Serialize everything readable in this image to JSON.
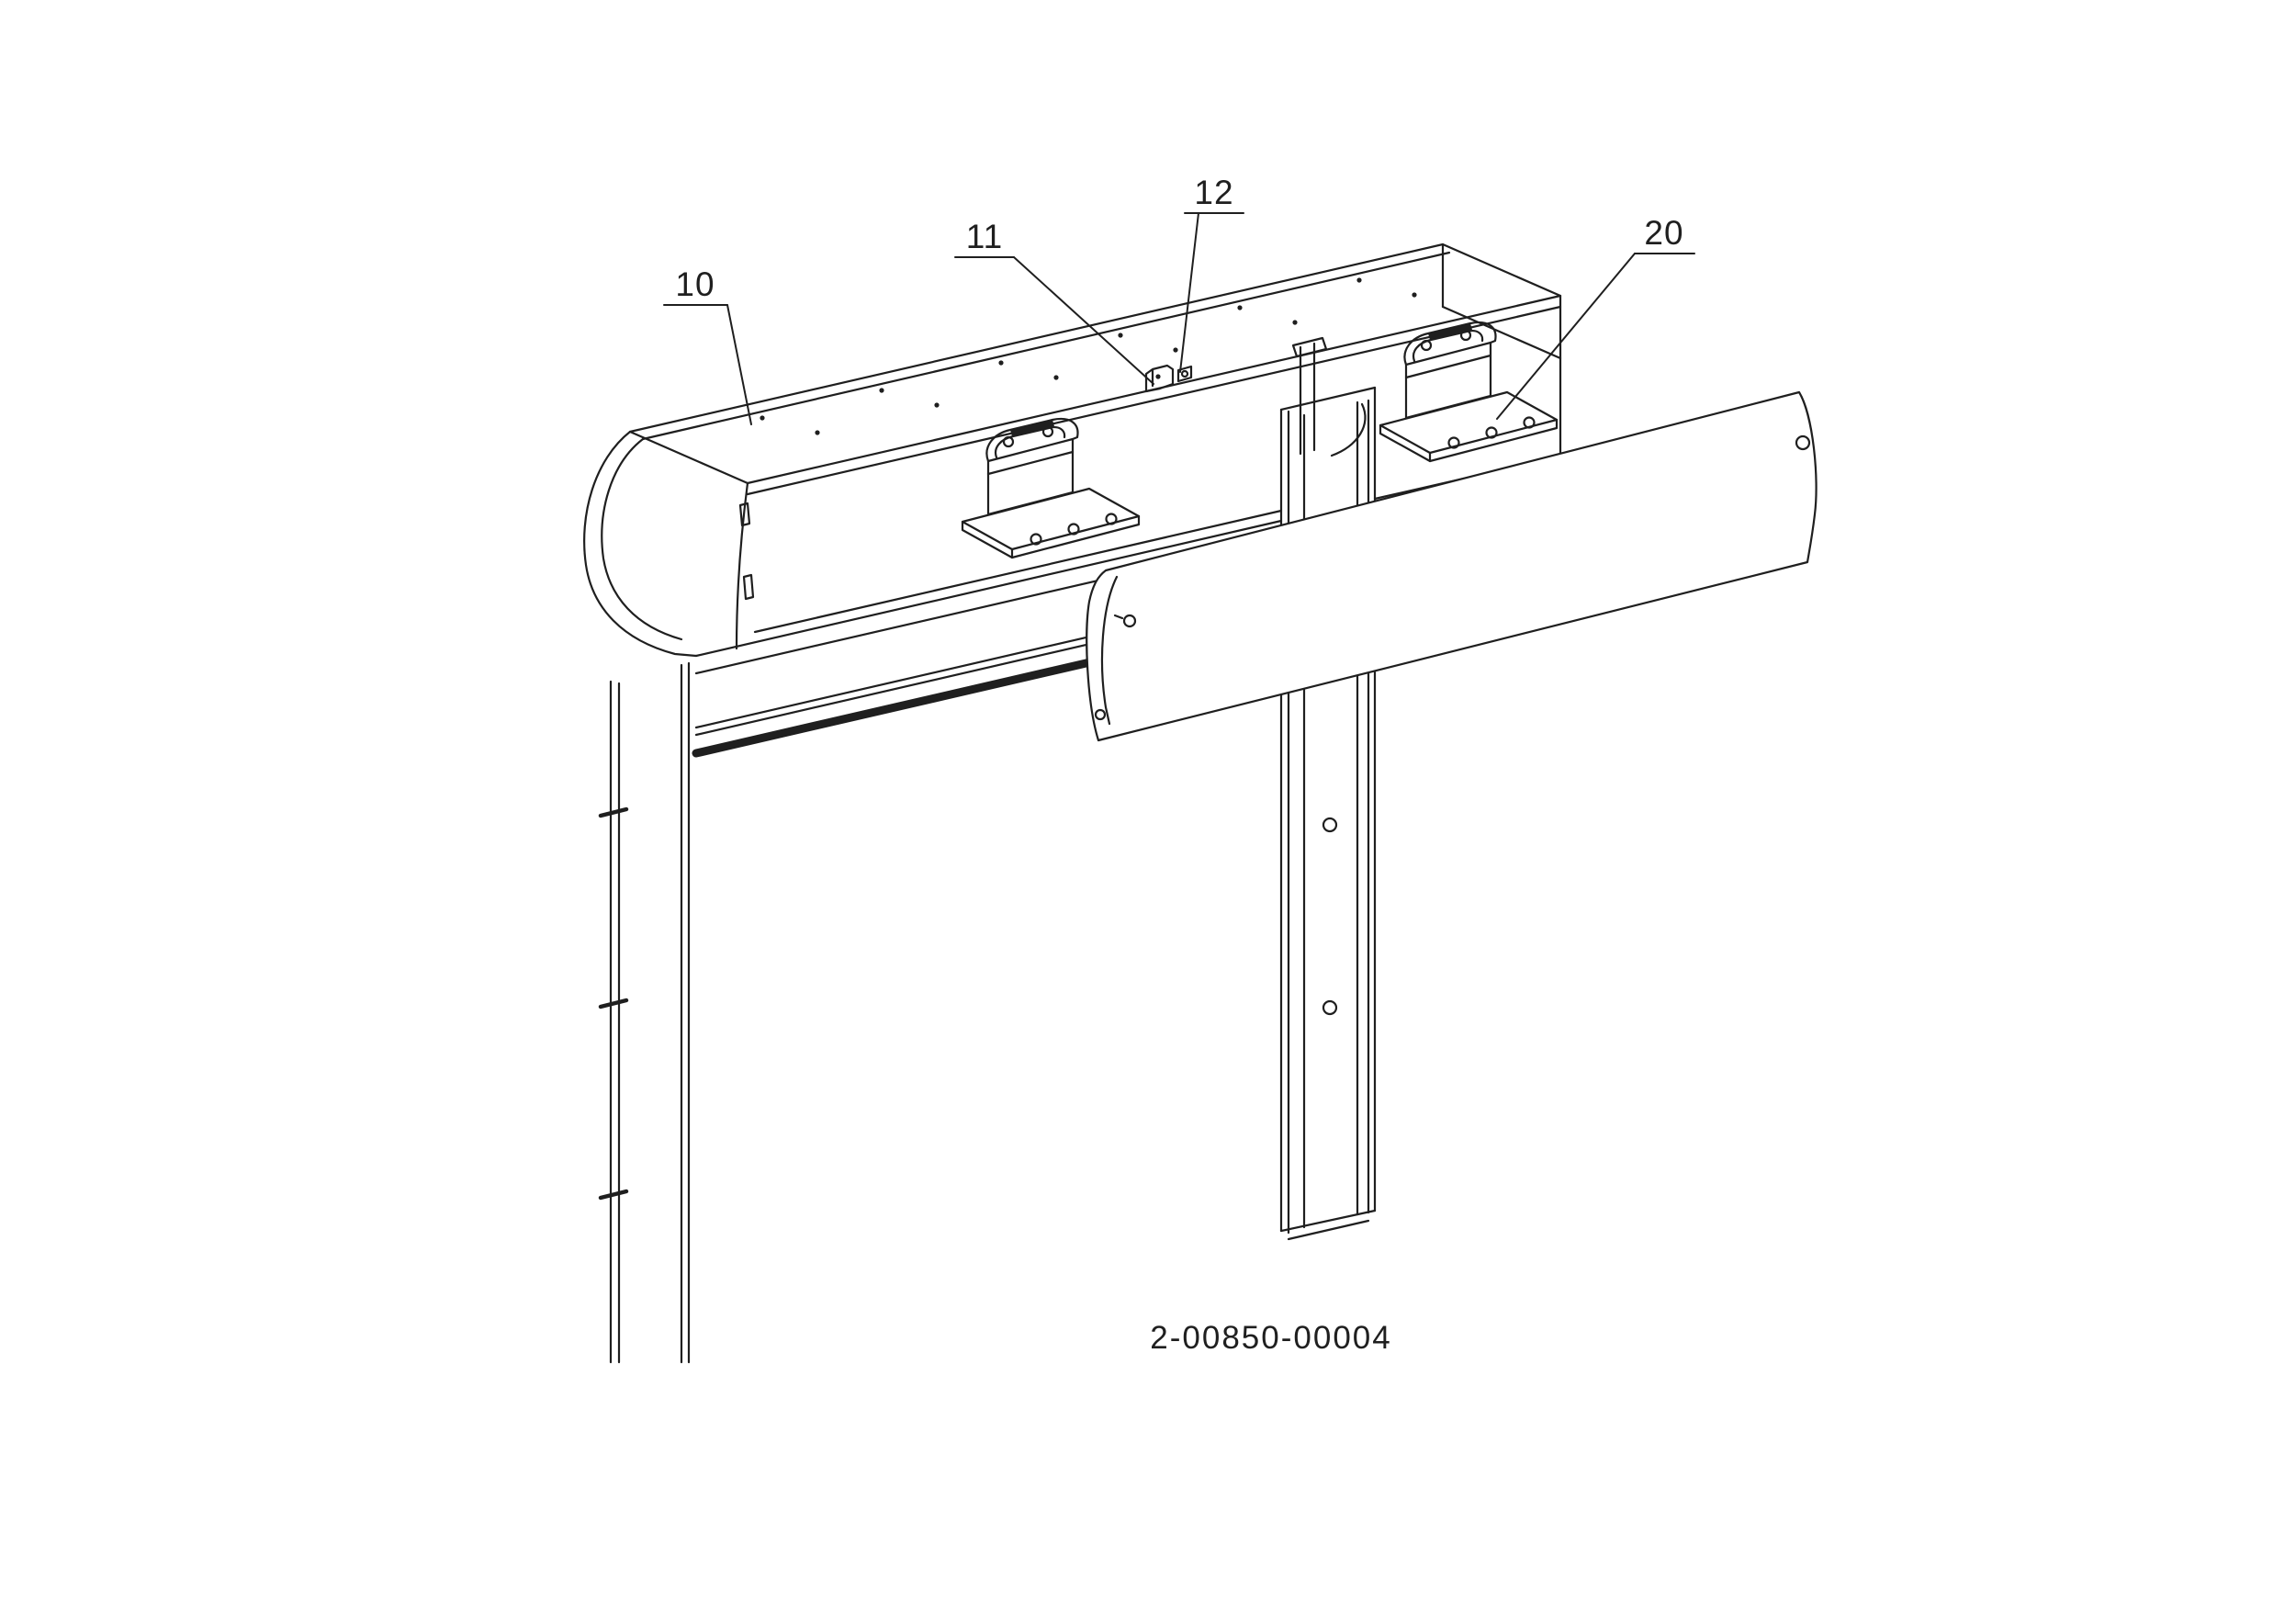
{
  "part_number": "2-00850-00004",
  "callouts": [
    {
      "label": "10"
    },
    {
      "label": "11"
    },
    {
      "label": "12"
    },
    {
      "label": "20"
    }
  ],
  "colors": {
    "line": "#1f1f1f",
    "background": "#ffffff"
  }
}
